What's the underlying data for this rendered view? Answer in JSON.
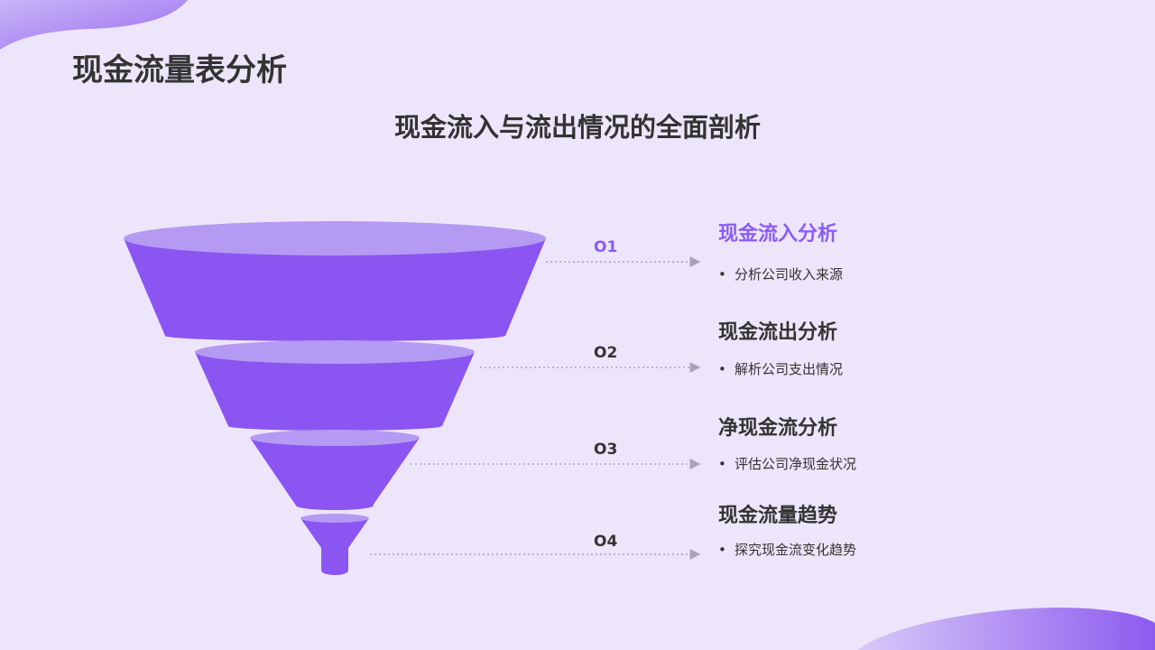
{
  "page_title": "现金流量表分析",
  "subtitle": "现金流入与流出情况的全面剖析",
  "colors": {
    "background": "#EDE6FA",
    "accent": "#8B5CF6",
    "funnel_top": "#B49AF3",
    "funnel_body": "#8B55F2",
    "text": "#333333",
    "connector": "#AAA3BD"
  },
  "steps": [
    {
      "number": "O1",
      "title": "现金流入分析",
      "bullet": "分析公司收入来源",
      "active": true
    },
    {
      "number": "O2",
      "title": "现金流出分析",
      "bullet": "解析公司支出情况",
      "active": false
    },
    {
      "number": "O3",
      "title": "净现金流分析",
      "bullet": "评估公司净现金状况",
      "active": false
    },
    {
      "number": "O4",
      "title": "现金流量趋势",
      "bullet": "探究现金流变化趋势",
      "active": false
    }
  ]
}
